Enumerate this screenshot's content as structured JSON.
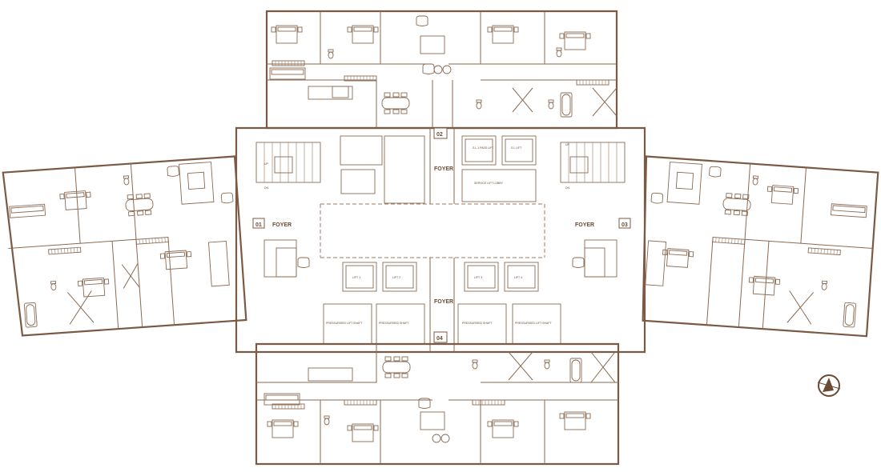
{
  "plan": {
    "foyer_labels": [
      "FOYER",
      "FOYER",
      "FOYER",
      "FOYER"
    ],
    "unit_numbers": [
      "01",
      "02",
      "03",
      "04"
    ],
    "lifts_top": [
      "S.L.1 PASS LIFT",
      "S.L LIFT",
      "SERVICE LIFT LOBBY"
    ],
    "lifts_bottom": [
      "LIFT 1",
      "LIFT 2",
      "LIFT 3",
      "LIFT 4",
      "PRESSURISED LIFT SHAFT",
      "PRESSURISED SHAFT",
      "PRESSURISED SHAFT",
      "PRESSURISED LIFT SHAFT"
    ],
    "stair_labels": [
      "UP",
      "DN",
      "UP",
      "DN"
    ],
    "colors": {
      "line": "#7a5a44",
      "background": "#ffffff"
    },
    "north_icon": "compass-north-icon"
  }
}
